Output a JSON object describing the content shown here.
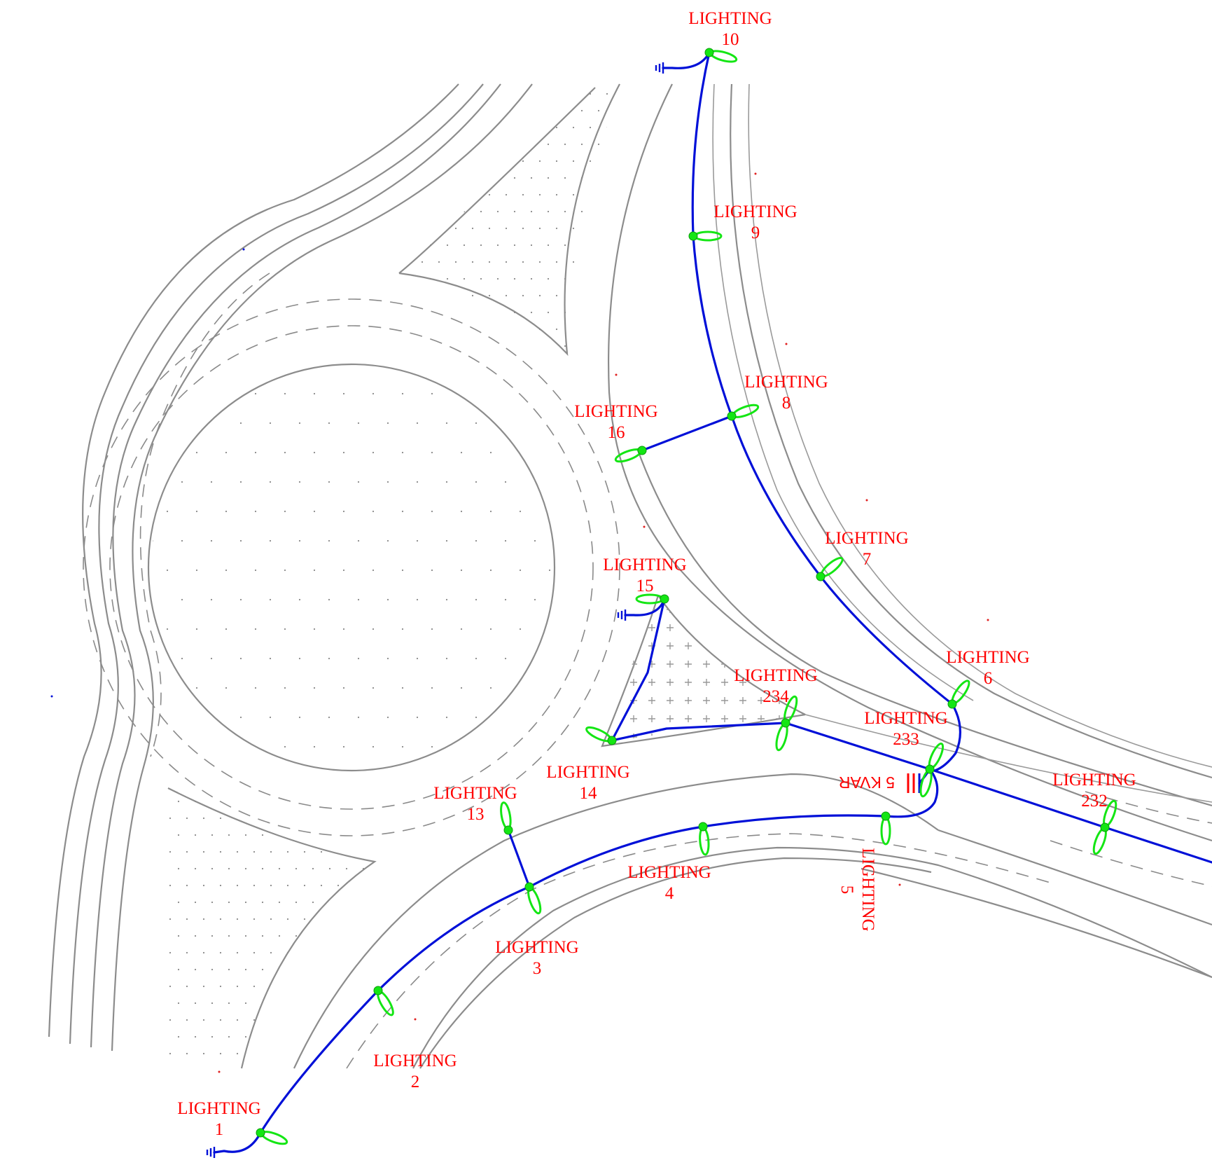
{
  "drawing": {
    "colors": {
      "road": "#8c8c8c",
      "cable": "#0010d8",
      "lamp": "#14e614",
      "label": "#ff0000"
    },
    "capacitor_label": "5 KVAR",
    "lights": [
      {
        "id": "1",
        "title": "LIGHTING",
        "number": "1"
      },
      {
        "id": "2",
        "title": "LIGHTING",
        "number": "2"
      },
      {
        "id": "3",
        "title": "LIGHTING",
        "number": "3"
      },
      {
        "id": "4",
        "title": "LIGHTING",
        "number": "4"
      },
      {
        "id": "5",
        "title": "LIGHTING",
        "number": "5"
      },
      {
        "id": "6",
        "title": "LIGHTING",
        "number": "6"
      },
      {
        "id": "7",
        "title": "LIGHTING",
        "number": "7"
      },
      {
        "id": "8",
        "title": "LIGHTING",
        "number": "8"
      },
      {
        "id": "9",
        "title": "LIGHTING",
        "number": "9"
      },
      {
        "id": "10",
        "title": "LIGHTING",
        "number": "10"
      },
      {
        "id": "13",
        "title": "LIGHTING",
        "number": "13"
      },
      {
        "id": "14",
        "title": "LIGHTING",
        "number": "14"
      },
      {
        "id": "15",
        "title": "LIGHTING",
        "number": "15"
      },
      {
        "id": "16",
        "title": "LIGHTING",
        "number": "16"
      },
      {
        "id": "232",
        "title": "LIGHTING",
        "number": "232"
      },
      {
        "id": "233",
        "title": "LIGHTING",
        "number": "233"
      },
      {
        "id": "234",
        "title": "LIGHTING",
        "number": "234"
      }
    ]
  }
}
